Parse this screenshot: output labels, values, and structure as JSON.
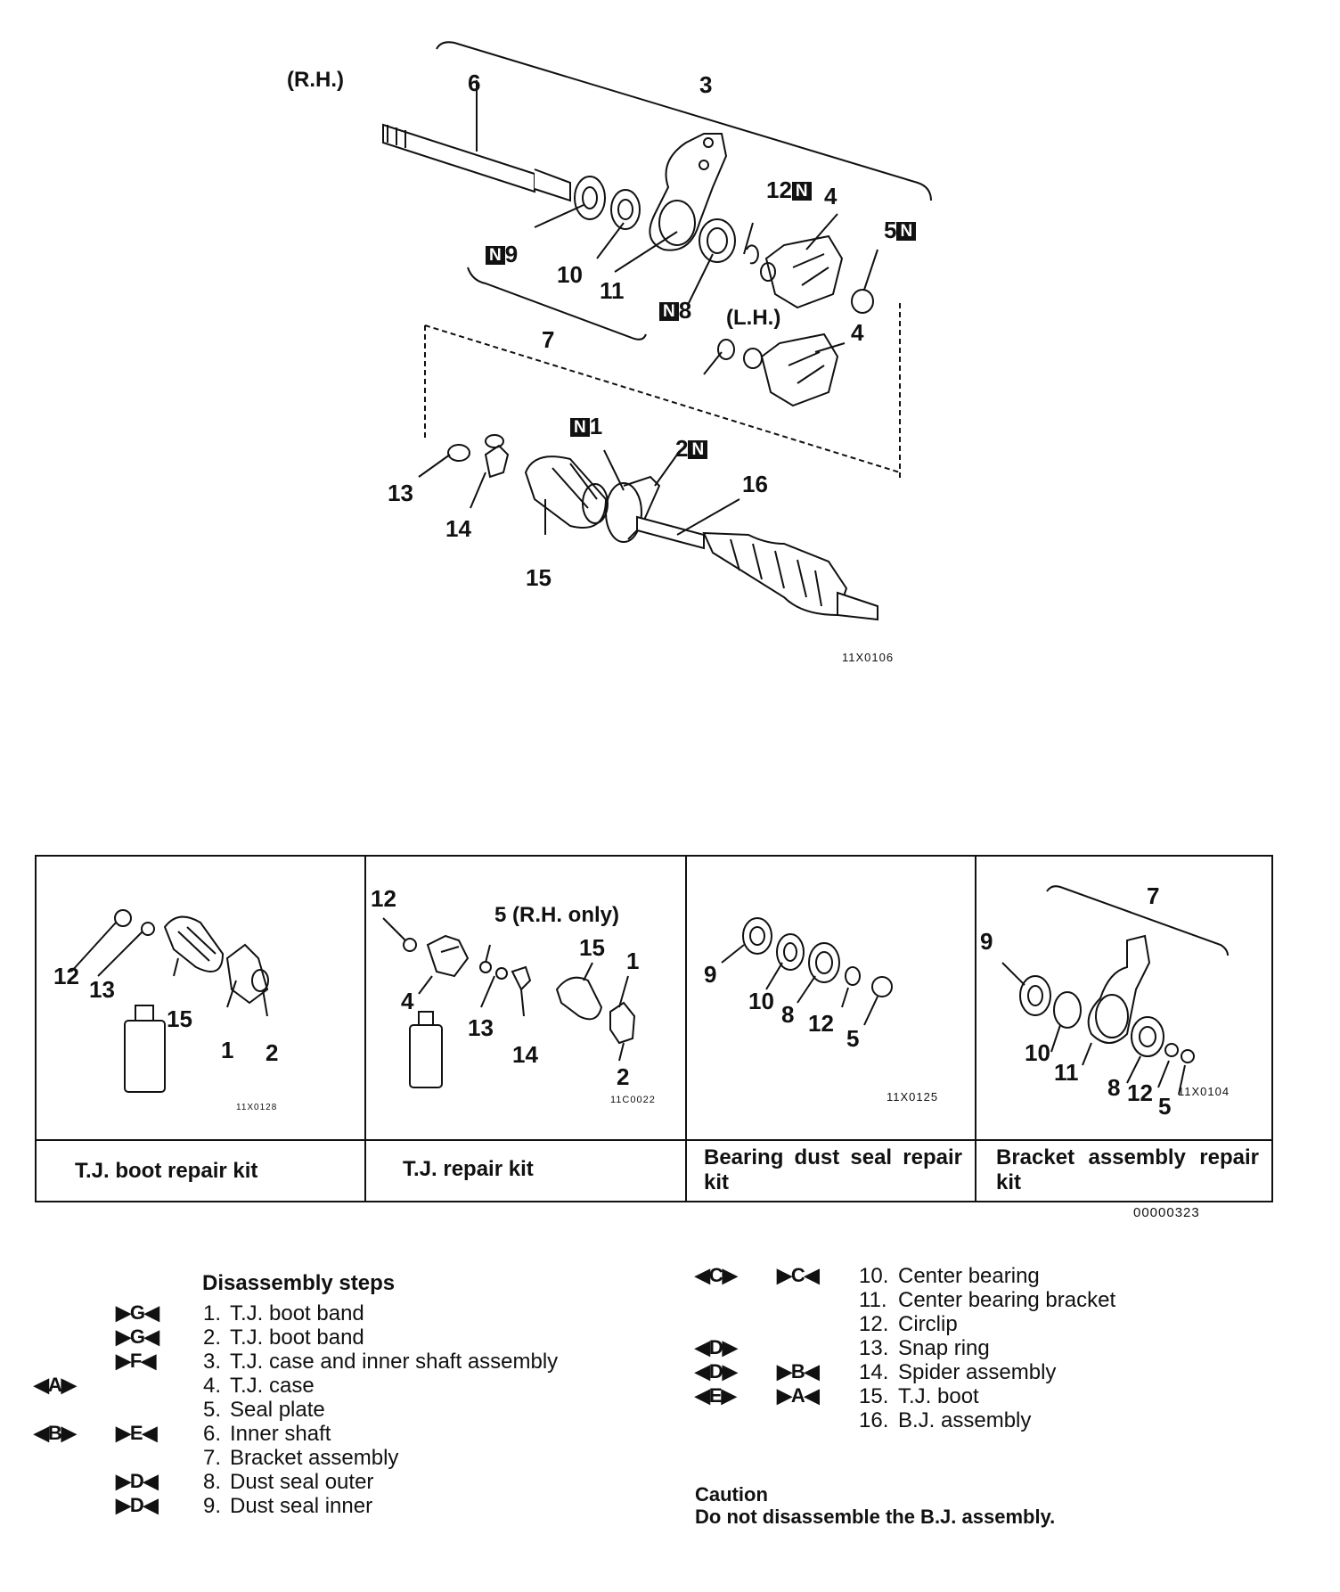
{
  "top_diagram": {
    "rh_label": "(R.H.)",
    "lh_label": "(L.H.)",
    "figure_code": "11X0106",
    "callouts": {
      "c1": "1",
      "c2": "2",
      "c3": "3",
      "c4a": "4",
      "c4b": "4",
      "c5": "5",
      "c6": "6",
      "c7": "7",
      "c8": "8",
      "c9": "9",
      "c10": "10",
      "c11": "11",
      "c12": "12",
      "c13": "13",
      "c14": "14",
      "c15": "15",
      "c16": "16"
    },
    "new_marker": "N"
  },
  "kits": [
    {
      "caption": "T.J. boot repair kit",
      "figure_code": "11X0128",
      "callouts": [
        "12",
        "13",
        "15",
        "1",
        "2"
      ]
    },
    {
      "caption": "T.J. repair kit",
      "figure_code": "11C0022",
      "callouts": [
        "12",
        "5 (R.H. only)",
        "15",
        "1",
        "4",
        "13",
        "14",
        "2"
      ]
    },
    {
      "caption": "Bearing dust seal repair kit",
      "figure_code": "11X0125",
      "callouts": [
        "9",
        "10",
        "8",
        "12",
        "5"
      ]
    },
    {
      "caption": "Bracket assembly repair kit",
      "figure_code": "11X0104",
      "callouts": [
        "7",
        "9",
        "10",
        "11",
        "8",
        "12",
        "5"
      ]
    }
  ],
  "table_code": "00000323",
  "steps": {
    "heading": "Disassembly steps",
    "left": [
      {
        "n": "1.",
        "text": "T.J. boot band",
        "marks": [
          "G"
        ],
        "mark_types": [
          "in"
        ]
      },
      {
        "n": "2.",
        "text": "T.J. boot band",
        "marks": [
          "G"
        ],
        "mark_types": [
          "in"
        ]
      },
      {
        "n": "3.",
        "text": "T.J. case and inner shaft assembly",
        "marks": [
          "F"
        ],
        "mark_types": [
          "in"
        ]
      },
      {
        "n": "4.",
        "text": "T.J. case",
        "marks": [
          "A"
        ],
        "mark_types": [
          "out"
        ]
      },
      {
        "n": "5.",
        "text": "Seal plate",
        "marks": [],
        "mark_types": []
      },
      {
        "n": "6.",
        "text": "Inner shaft",
        "marks": [
          "B",
          "E"
        ],
        "mark_types": [
          "out",
          "in"
        ]
      },
      {
        "n": "7.",
        "text": "Bracket assembly",
        "marks": [],
        "mark_types": []
      },
      {
        "n": "8.",
        "text": "Dust seal outer",
        "marks": [
          "D"
        ],
        "mark_types": [
          "in"
        ]
      },
      {
        "n": "9.",
        "text": "Dust seal inner",
        "marks": [
          "D"
        ],
        "mark_types": [
          "in"
        ]
      }
    ],
    "right": [
      {
        "n": "10.",
        "text": "Center bearing",
        "marks": [
          "C",
          "C"
        ],
        "mark_types": [
          "out",
          "in"
        ]
      },
      {
        "n": "11.",
        "text": "Center bearing bracket",
        "marks": [],
        "mark_types": []
      },
      {
        "n": "12.",
        "text": "Circlip",
        "marks": [],
        "mark_types": []
      },
      {
        "n": "13.",
        "text": "Snap ring",
        "marks": [
          "D"
        ],
        "mark_types": [
          "out"
        ]
      },
      {
        "n": "14.",
        "text": "Spider assembly",
        "marks": [
          "D",
          "B"
        ],
        "mark_types": [
          "out",
          "in"
        ]
      },
      {
        "n": "15.",
        "text": "T.J. boot",
        "marks": [
          "E",
          "A"
        ],
        "mark_types": [
          "out",
          "in"
        ]
      },
      {
        "n": "16.",
        "text": "B.J. assembly",
        "marks": [],
        "mark_types": []
      }
    ]
  },
  "caution": {
    "title": "Caution",
    "text": "Do not disassemble the B.J. assembly."
  }
}
